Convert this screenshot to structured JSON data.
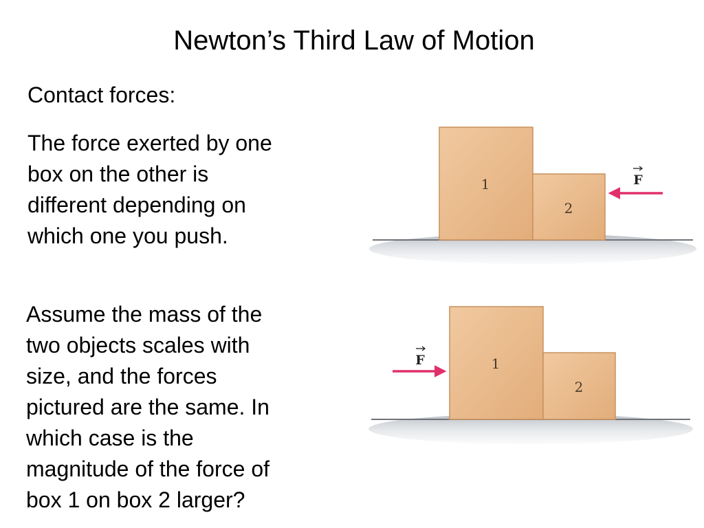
{
  "slide": {
    "title": "Newton’s Third Law of Motion",
    "heading": "Contact forces:",
    "paragraph1": [
      "The force exerted by one",
      "box on the other is",
      "different depending on",
      "which one you push."
    ],
    "paragraph2": [
      "Assume the mass of the",
      "two objects scales with",
      "size, and the forces",
      "pictured are the same.  In",
      "which case is the",
      "magnitude of the force of",
      "box 1 on box 2 larger?"
    ]
  },
  "diagram": {
    "top": {
      "box1_label": "1",
      "box2_label": "2",
      "force_label": "F",
      "force_direction": "left",
      "pushed_box": "2"
    },
    "bottom": {
      "box1_label": "1",
      "box2_label": "2",
      "force_label": "F",
      "force_direction": "right",
      "pushed_box": "1"
    },
    "colors": {
      "box_fill": "#e8b98a",
      "box_edge": "#c8915f",
      "arrow": "#e0306a",
      "ground_shadow": "#c9cdd2"
    }
  }
}
